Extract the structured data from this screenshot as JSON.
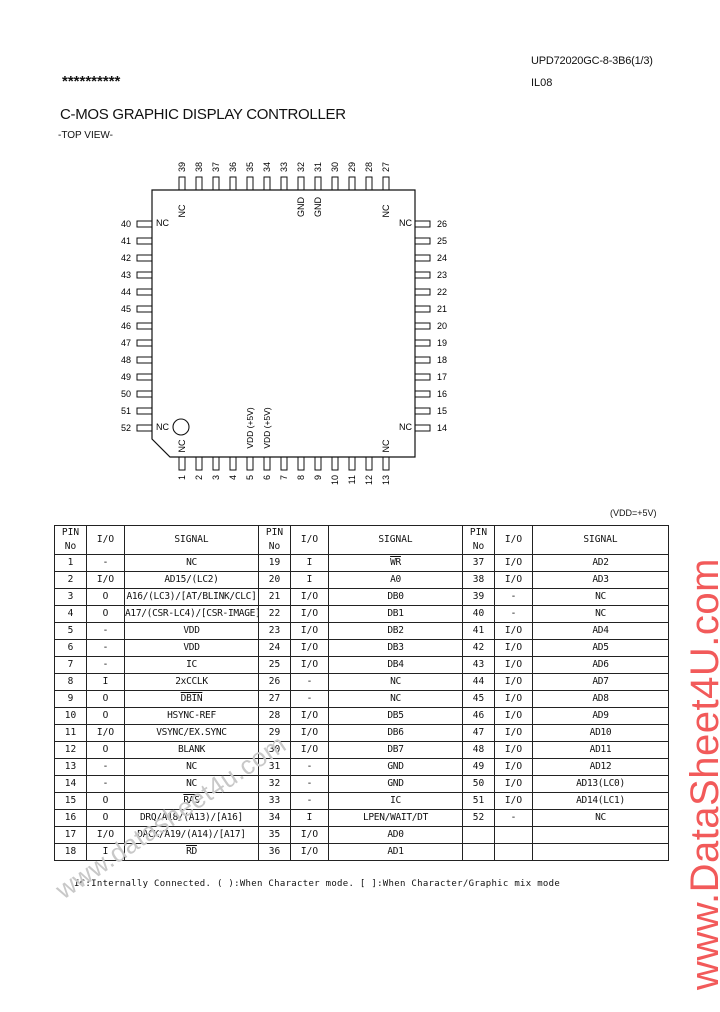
{
  "header": {
    "part_number": "UPD72020GC-8-3B6(1/3)",
    "revision": "IL08",
    "stars": "**********",
    "title": "C-MOS GRAPHIC DISPLAY CONTROLLER",
    "view": "-TOP VIEW-"
  },
  "package": {
    "top_pins": [
      "39",
      "38",
      "37",
      "36",
      "35",
      "34",
      "33",
      "32",
      "31",
      "30",
      "29",
      "28",
      "27"
    ],
    "bottom_pins": [
      "1",
      "2",
      "3",
      "4",
      "5",
      "6",
      "7",
      "8",
      "9",
      "10",
      "11",
      "12",
      "13"
    ],
    "left_pins": [
      "40",
      "41",
      "42",
      "43",
      "44",
      "45",
      "46",
      "47",
      "48",
      "49",
      "50",
      "51",
      "52"
    ],
    "right_pins": [
      "26",
      "25",
      "24",
      "23",
      "22",
      "21",
      "20",
      "19",
      "18",
      "17",
      "16",
      "15",
      "14"
    ],
    "labels": {
      "nc_39": "NC",
      "gnd_32": "GND",
      "gnd_31": "GND",
      "nc_27": "NC",
      "nc_40": "NC",
      "nc_26": "NC",
      "nc_52": "NC",
      "nc_14": "NC",
      "nc_1": "NC",
      "vdd_5": "VDD (+5V)",
      "vdd_6": "VDD (+5V)",
      "nc_13": "NC"
    }
  },
  "note_vdd": "(VDD=+5V)",
  "table": {
    "headers": {
      "pin": "PIN",
      "no": "No",
      "io": "I/O",
      "signal": "SIGNAL"
    },
    "rows": [
      [
        {
          "pin": "1",
          "io": "-",
          "signal": "NC"
        },
        {
          "pin": "19",
          "io": "I",
          "signal": "WR"
        },
        {
          "pin": "37",
          "io": "I/O",
          "signal": "AD2"
        }
      ],
      [
        {
          "pin": "2",
          "io": "I/O",
          "signal": "AD15/(LC2)"
        },
        {
          "pin": "20",
          "io": "I",
          "signal": "A0"
        },
        {
          "pin": "38",
          "io": "I/O",
          "signal": "AD3"
        }
      ],
      [
        {
          "pin": "3",
          "io": "O",
          "signal": "A16/(LC3)/[AT/BLINK/CLC]"
        },
        {
          "pin": "21",
          "io": "I/O",
          "signal": "DB0"
        },
        {
          "pin": "39",
          "io": "-",
          "signal": "NC"
        }
      ],
      [
        {
          "pin": "4",
          "io": "O",
          "signal": "A17/(CSR-LC4)/[CSR-IMAGE]"
        },
        {
          "pin": "22",
          "io": "I/O",
          "signal": "DB1"
        },
        {
          "pin": "40",
          "io": "-",
          "signal": "NC"
        }
      ],
      [
        {
          "pin": "5",
          "io": "-",
          "signal": "VDD"
        },
        {
          "pin": "23",
          "io": "I/O",
          "signal": "DB2"
        },
        {
          "pin": "41",
          "io": "I/O",
          "signal": "AD4"
        }
      ],
      [
        {
          "pin": "6",
          "io": "-",
          "signal": "VDD"
        },
        {
          "pin": "24",
          "io": "I/O",
          "signal": "DB3"
        },
        {
          "pin": "42",
          "io": "I/O",
          "signal": "AD5"
        }
      ],
      [
        {
          "pin": "7",
          "io": "-",
          "signal": "IC"
        },
        {
          "pin": "25",
          "io": "I/O",
          "signal": "DB4"
        },
        {
          "pin": "43",
          "io": "I/O",
          "signal": "AD6"
        }
      ],
      [
        {
          "pin": "8",
          "io": "I",
          "signal": "2xCCLK"
        },
        {
          "pin": "26",
          "io": "-",
          "signal": "NC"
        },
        {
          "pin": "44",
          "io": "I/O",
          "signal": "AD7"
        }
      ],
      [
        {
          "pin": "9",
          "io": "O",
          "signal": "DBIN"
        },
        {
          "pin": "27",
          "io": "-",
          "signal": "NC"
        },
        {
          "pin": "45",
          "io": "I/O",
          "signal": "AD8"
        }
      ],
      [
        {
          "pin": "10",
          "io": "O",
          "signal": "HSYNC-REF"
        },
        {
          "pin": "28",
          "io": "I/O",
          "signal": "DB5"
        },
        {
          "pin": "46",
          "io": "I/O",
          "signal": "AD9"
        }
      ],
      [
        {
          "pin": "11",
          "io": "I/O",
          "signal": "VSYNC/EX.SYNC"
        },
        {
          "pin": "29",
          "io": "I/O",
          "signal": "DB6"
        },
        {
          "pin": "47",
          "io": "I/O",
          "signal": "AD10"
        }
      ],
      [
        {
          "pin": "12",
          "io": "O",
          "signal": "BLANK"
        },
        {
          "pin": "30",
          "io": "I/O",
          "signal": "DB7"
        },
        {
          "pin": "48",
          "io": "I/O",
          "signal": "AD11"
        }
      ],
      [
        {
          "pin": "13",
          "io": "-",
          "signal": "NC"
        },
        {
          "pin": "31",
          "io": "-",
          "signal": "GND"
        },
        {
          "pin": "49",
          "io": "I/O",
          "signal": "AD12"
        }
      ],
      [
        {
          "pin": "14",
          "io": "-",
          "signal": "NC"
        },
        {
          "pin": "32",
          "io": "-",
          "signal": "GND"
        },
        {
          "pin": "50",
          "io": "I/O",
          "signal": "AD13(LC0)"
        }
      ],
      [
        {
          "pin": "15",
          "io": "O",
          "signal": "RAS"
        },
        {
          "pin": "33",
          "io": "-",
          "signal": "IC"
        },
        {
          "pin": "51",
          "io": "I/O",
          "signal": "AD14(LC1)"
        }
      ],
      [
        {
          "pin": "16",
          "io": "O",
          "signal": "DRQ/A18/(A13)/[A16]"
        },
        {
          "pin": "34",
          "io": "I",
          "signal": "LPEN/WAIT/DT"
        },
        {
          "pin": "52",
          "io": "-",
          "signal": "NC"
        }
      ],
      [
        {
          "pin": "17",
          "io": "I/O",
          "signal": "DACK/A19/(A14)/[A17]"
        },
        {
          "pin": "35",
          "io": "I/O",
          "signal": "AD0"
        },
        {
          "pin": "",
          "io": "",
          "signal": ""
        }
      ],
      [
        {
          "pin": "18",
          "io": "I",
          "signal": "RD"
        },
        {
          "pin": "36",
          "io": "I/O",
          "signal": "AD1"
        },
        {
          "pin": "",
          "io": "",
          "signal": ""
        }
      ]
    ],
    "overlined": [
      "WR",
      "RAS",
      "RD",
      "DBIN"
    ]
  },
  "footnote": "IC:Internally Connected. ( ):When Character mode. [ ]:When Character/Graphic mix mode",
  "watermarks": {
    "diagonal": "www.datasheet4u.com",
    "side": "www.DataSheet4U.com"
  }
}
